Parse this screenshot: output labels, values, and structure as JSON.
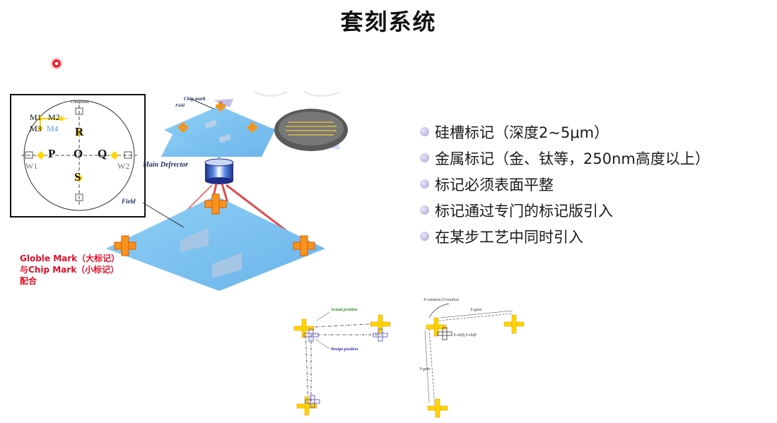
{
  "slide": {
    "title": "套刻系统",
    "bullets": [
      "硅槽标记（深度2~5μm）",
      "金属标记（金、钛等，250nm高度以上）",
      "标记必须表面平整",
      "标记通过专门的标记版引入",
      "在某步工艺中同时引入"
    ],
    "note_lines": [
      "Globle Mark（大标记）",
      "与Chip Mark（小标记）",
      "配合"
    ]
  },
  "wafer_map": {
    "labels": {
      "m1": "M1",
      "m2": "M2",
      "m3": "M3",
      "m4": "M4",
      "r": "R",
      "p": "P",
      "o": "O",
      "q": "Q",
      "s": "S",
      "w1": "W1",
      "w2": "W2",
      "composite": "Composite"
    }
  },
  "diagram": {
    "chip_mark": "Chip mark",
    "field_small": "Field",
    "main_deflector": "Main Defrector",
    "field_big": "Field"
  },
  "alignment": {
    "actual_position": "Actual position",
    "design_position": "Design position",
    "rotation": "X-rotation,Y-rotation",
    "x_gain": "X-gain",
    "y_gain": "Y-gain",
    "shift": "X-shift,Y-shift"
  },
  "colors": {
    "accent_red": "#e0102a",
    "field_blue": "#7fc3f0",
    "mark_orange": "#f7941d",
    "mark_yellow": "#ffd400",
    "bullet_lavender": "#a7a3d9"
  }
}
